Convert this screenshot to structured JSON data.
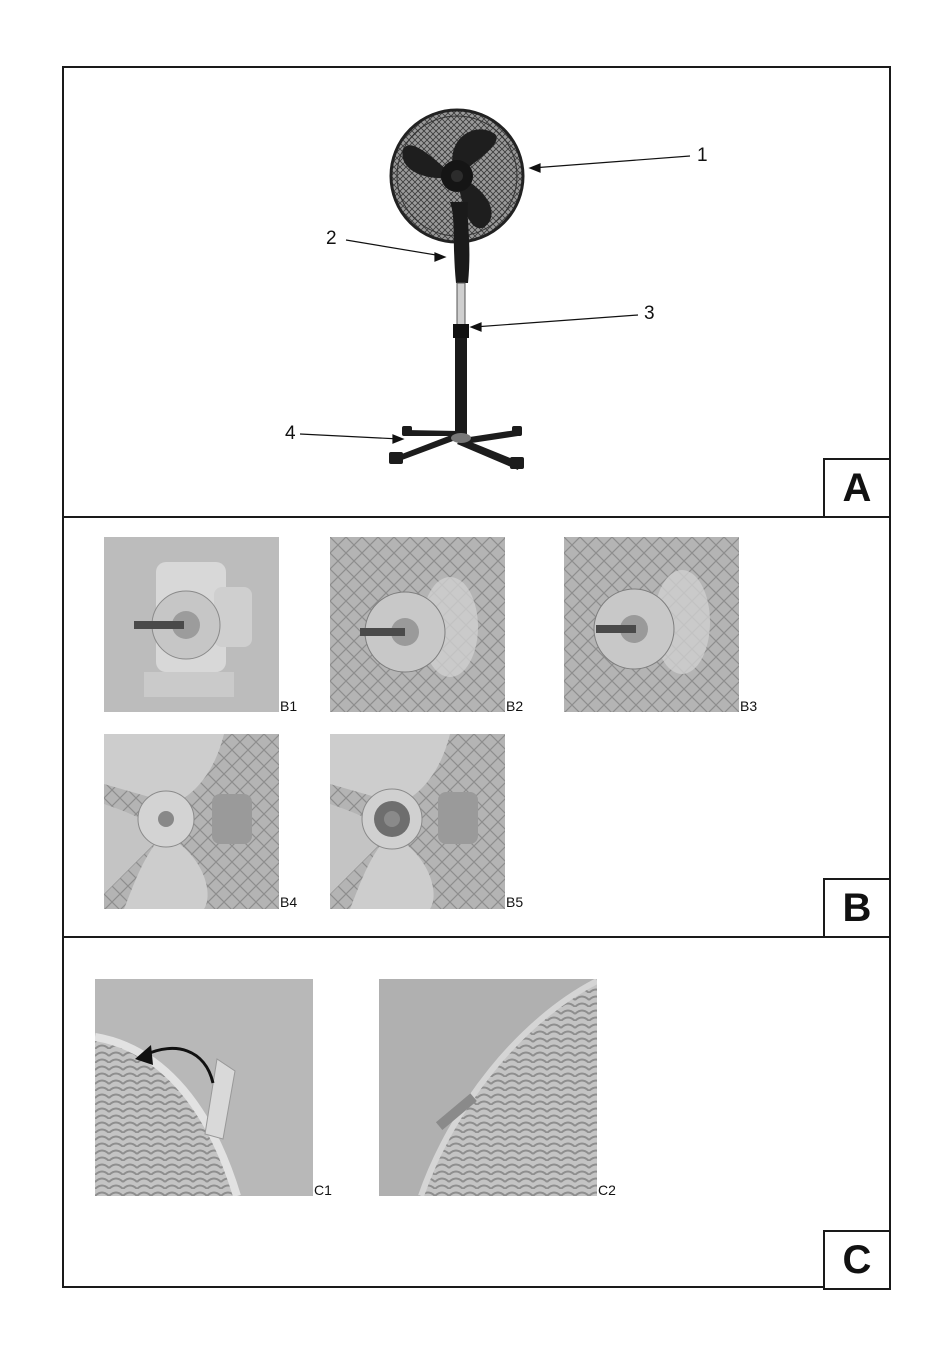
{
  "section_a": {
    "tag": "A",
    "callouts": [
      "1",
      "2",
      "3",
      "4"
    ]
  },
  "section_b": {
    "tag": "B",
    "photos": [
      "B1",
      "B2",
      "B3",
      "B4",
      "B5"
    ]
  },
  "section_c": {
    "tag": "C",
    "photos": [
      "C1",
      "C2"
    ]
  }
}
